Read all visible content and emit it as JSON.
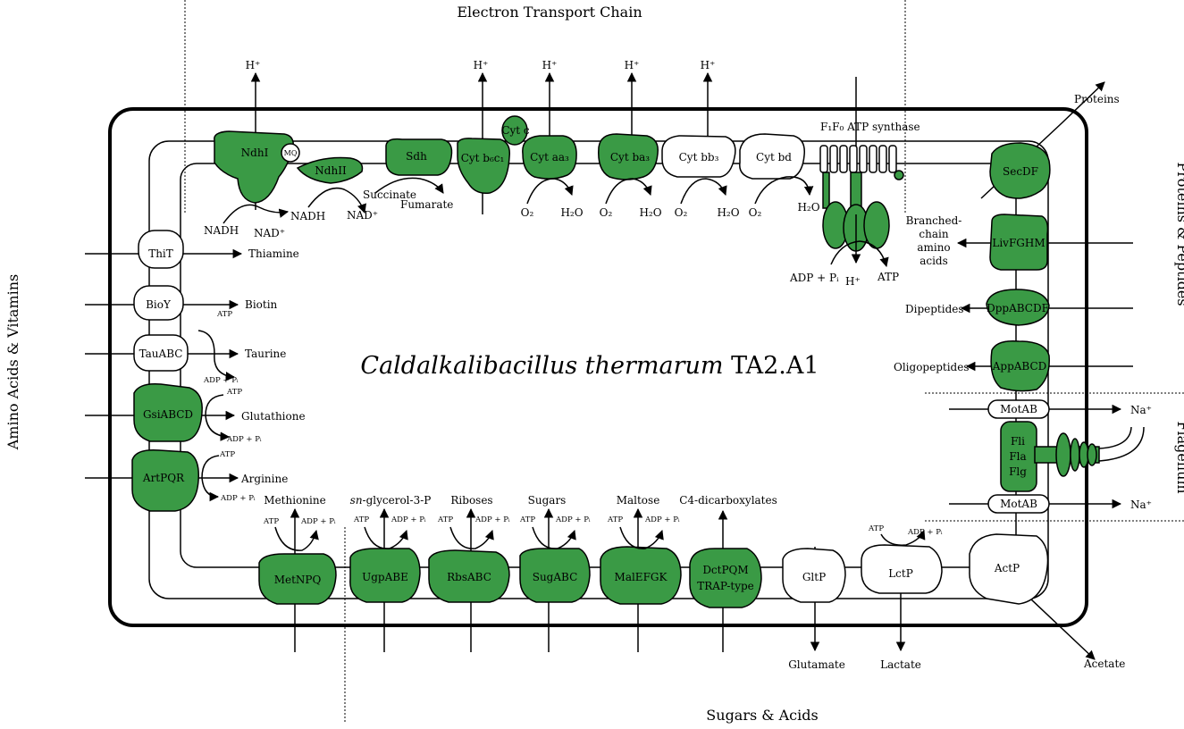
{
  "title": {
    "italic": "Caldalkalibacillus thermarum",
    "plain": " TA2.A1"
  },
  "sections": {
    "top": "Electron Transport Chain",
    "bottom": "Sugars & Acids",
    "left": "Amino Acids & Vitamins",
    "right_upper": "Proteins & Peptides",
    "right_lower": "Flagellum"
  },
  "colors": {
    "active": "#3a9a45",
    "inactive": "#ffffff",
    "line": "#000000"
  },
  "etc": {
    "proton": "H⁺",
    "ndhI": "NdhI",
    "mq": "MQ",
    "ndhII": "NdhII",
    "sdh": "Sdh",
    "cytbc1": "Cyt b₆c₁",
    "cytc": "Cyt c",
    "cytaa3": "Cyt aa₃",
    "cytba3": "Cyt ba₃",
    "cytbb3": "Cyt bb₃",
    "cytbd": "Cyt bd",
    "atpsynthase": "F₁F₀ ATP synthase",
    "nadh1": "NADH",
    "nad1": "NAD⁺",
    "nadh2": "NADH",
    "nad2": "NAD⁺",
    "succinate": "Succinate",
    "fumarate": "Fumarate",
    "o2": "O₂",
    "h2o": "H₂O",
    "adp_pi": "ADP + Pᵢ",
    "atp": "ATP",
    "proteins": "Proteins"
  },
  "left": {
    "thit": "ThiT",
    "thiamine": "Thiamine",
    "bioy": "BioY",
    "biotin": "Biotin",
    "tauabc": "TauABC",
    "taurine": "Taurine",
    "gsiabcd": "GsiABCD",
    "glutathione": "Glutathione",
    "artpqr": "ArtPQR",
    "arginine": "Arginine",
    "atp": "ATP",
    "adp_pi": "ADP + Pᵢ"
  },
  "right": {
    "secdf": "SecDF",
    "livfghm": "LivFGHM",
    "bcaa": [
      "Branched-",
      "chain",
      "amino",
      "acids"
    ],
    "dppabcdf": "DppABCDF",
    "dipeptides": "Dipeptides",
    "appabcd": "AppABCD",
    "oligopeptides": "Oligopeptides",
    "motab": "MotAB",
    "na": "Na⁺",
    "flagellar": [
      "Fli",
      "Fla",
      "Flg"
    ],
    "actp": "ActP",
    "acetate": "Acetate"
  },
  "bottom": {
    "metnpq": "MetNPQ",
    "methionine": "Methionine",
    "ugpabe": "UgpABE",
    "glycerol_it": "sn",
    "glycerol_rest": "-glycerol-3-P",
    "rbsabc": "RbsABC",
    "riboses": "Riboses",
    "sugabc": "SugABC",
    "sugars": "Sugars",
    "malefgk": "MalEFGK",
    "maltose": "Maltose",
    "dctpqm": [
      "DctPQM",
      "TRAP-type"
    ],
    "c4": "C4-dicarboxylates",
    "gltp": "GltP",
    "glutamate": "Glutamate",
    "lctp": "LctP",
    "lactate": "Lactate",
    "atp": "ATP",
    "adp_pi": "ADP + Pᵢ"
  }
}
